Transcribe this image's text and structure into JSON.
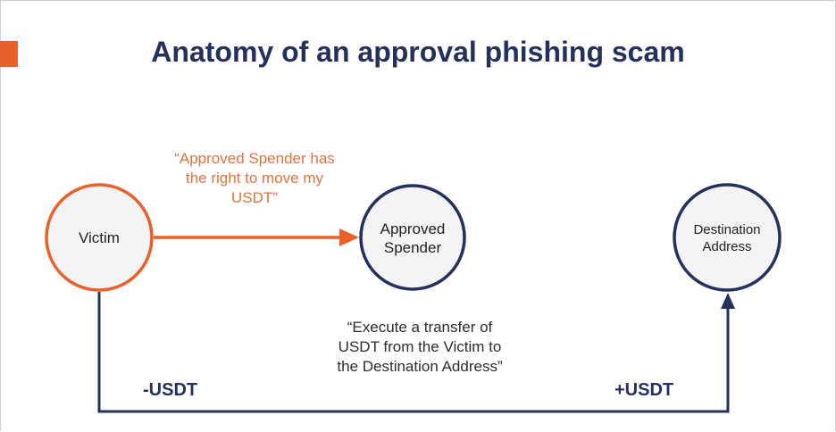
{
  "title": "Anatomy of an approval phishing scam",
  "colors": {
    "accent": "#e8612c",
    "navy": "#25305c",
    "node_fill": "#f4f4f6"
  },
  "nodes": {
    "victim": {
      "label": "Victim"
    },
    "spender": {
      "label_line1": "Approved",
      "label_line2": "Spender"
    },
    "destination": {
      "label_line1": "Destination",
      "label_line2": "Address"
    }
  },
  "edges": {
    "approval": {
      "line1": "“Approved Spender has",
      "line2": "the right to move my",
      "line3": "USDT”"
    },
    "transfer": {
      "line1": "“Execute a transfer of",
      "line2": "USDT from the Victim to",
      "line3": "the Destination Address”"
    }
  },
  "amounts": {
    "debit": "-USDT",
    "credit": "+USDT"
  }
}
